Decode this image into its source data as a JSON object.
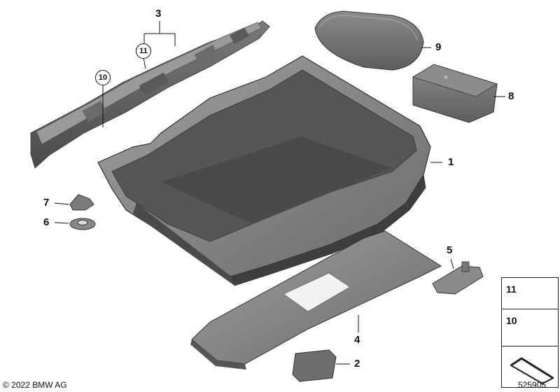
{
  "callouts": {
    "c1": "1",
    "c2": "2",
    "c3": "3",
    "c4": "4",
    "c5": "5",
    "c6": "6",
    "c7": "7",
    "c8": "8",
    "c9": "9"
  },
  "circled": {
    "c10": "10",
    "c11": "11"
  },
  "legend": {
    "item11": "11",
    "item10": "10"
  },
  "footer": {
    "copyright": "© 2022 BMW AG",
    "diagram_number": "525905"
  }
}
